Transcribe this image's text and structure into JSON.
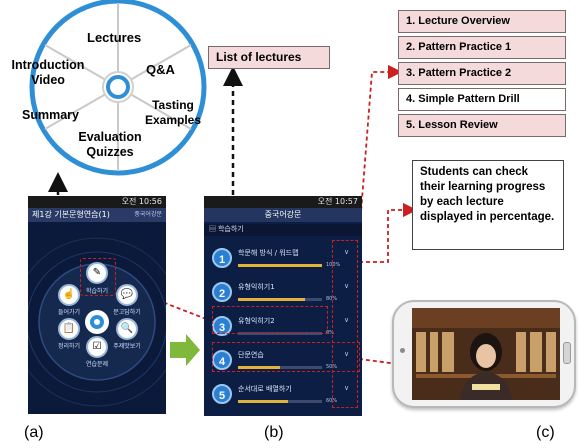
{
  "wheel": {
    "segments": [
      "Lectures",
      "Q&A",
      "Tasting Examples",
      "Evaluation Quizzes",
      "Summary",
      "Introduction Video"
    ]
  },
  "list_label": "List of lectures",
  "lecture_list": [
    "1. Lecture Overview",
    "2. Pattern Practice 1",
    "3. Pattern Practice 2",
    "4. Simple Pattern Drill",
    "5. Lesson Review"
  ],
  "info_text": "Students can check their learning progress by each lecture displayed in percentage.",
  "panel_labels": [
    "(a)",
    "(b)",
    "(c)"
  ],
  "phone_a": {
    "status_time": "오전 10:56",
    "title": "제1강 기본문형연습(1)",
    "title_right": "중국어강문",
    "menu": [
      "학습하기",
      "들어가기",
      "문고답하기",
      "정리하기",
      "주제맛보기",
      "연습문제"
    ]
  },
  "phone_b": {
    "status_time": "오전 10:57",
    "header": "중국어강문",
    "subheader": "학습하기",
    "rows": [
      {
        "num": "1",
        "name": "학문해 방식 / 워드맵",
        "progress": 1.0,
        "pct": "100%"
      },
      {
        "num": "2",
        "name": "유형익히기1",
        "progress": 0.8,
        "pct": "80%"
      },
      {
        "num": "3",
        "name": "유형익히기2",
        "progress": 0.0,
        "pct": "0%"
      },
      {
        "num": "4",
        "name": "단문연습",
        "progress": 0.5,
        "pct": "50%"
      },
      {
        "num": "5",
        "name": "순서대로 배열하기",
        "progress": 0.6,
        "pct": "60%"
      }
    ]
  },
  "colors": {
    "accent_red": "#cc1f1f",
    "pink_box": "#f4dada",
    "wheel_blue": "#2f8fd6",
    "arrow_green": "#7fb83a"
  }
}
